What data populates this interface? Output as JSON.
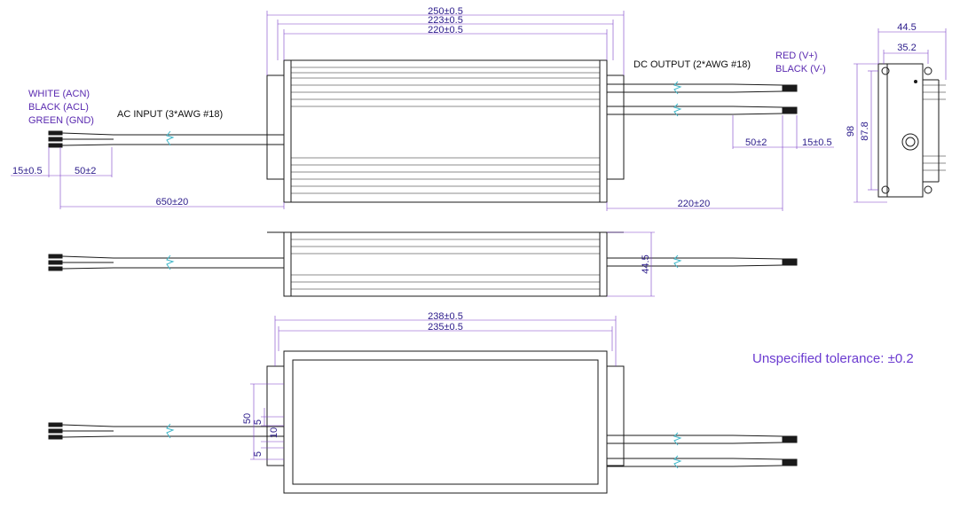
{
  "dimensions": {
    "top_overall": "250±0.5",
    "top_mid": "223±0.5",
    "top_inner": "220±0.5",
    "ac_cable_length": "650±20",
    "ac_strip_short": "15±0.5",
    "ac_strip_long": "50±2",
    "dc_cable_length": "220±20",
    "dc_strip_long": "50±2",
    "dc_strip_short": "15±0.5",
    "side_height": "44.5",
    "end_width": "44.5",
    "end_inner_width": "35.2",
    "end_height_outer": "98",
    "end_height_inner": "87.8",
    "bottom_overall": "238±0.5",
    "bottom_inner": "235±0.5",
    "mount_50": "50",
    "mount_5": "5",
    "mount_10": "10",
    "mount_5b": "5"
  },
  "labels": {
    "ac_wire_white": "WHITE (ACN)",
    "ac_wire_black": "BLACK (ACL)",
    "ac_wire_green": "GREEN (GND)",
    "ac_input": "AC  INPUT (3*AWG #18)",
    "dc_output": "DC  OUTPUT (2*AWG #18)",
    "dc_wire_red": "RED (V+)",
    "dc_wire_black": "BLACK (V-)"
  },
  "note": "Unspecified tolerance: ±0.2",
  "colors": {
    "dimension": "#7a3ec8",
    "label": "#5a2ab0",
    "note": "#6a3ad0",
    "cable_break": "#3fb7c9",
    "outline": "#1a1a1a"
  }
}
